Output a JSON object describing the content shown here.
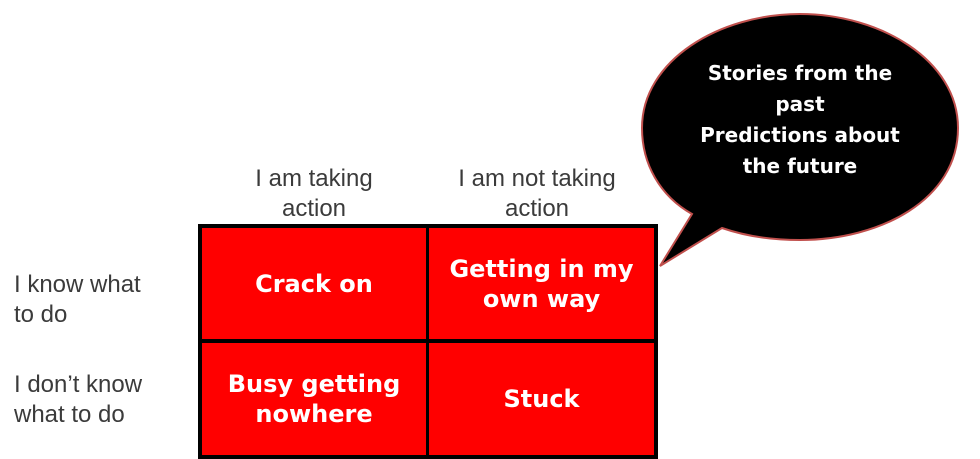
{
  "columns": [
    {
      "label": "I am taking\naction"
    },
    {
      "label": "I am not taking\naction"
    }
  ],
  "rows": [
    {
      "label": "I know what\nto do"
    },
    {
      "label": "I don’t know\nwhat to do"
    }
  ],
  "cells": {
    "know_taking": "Crack on",
    "know_not_taking": "Getting in my own way",
    "dontknow_taking": "Busy getting nowhere",
    "dontknow_not_taking": "Stuck"
  },
  "speech_bubble": {
    "lines": [
      "Stories from the",
      "past",
      "Predictions about",
      "the future"
    ]
  },
  "colors": {
    "cell_fill": "#ff0000",
    "cell_text": "#ffffff",
    "grid_border": "#000000",
    "bubble_fill": "#000000",
    "bubble_stroke": "#c0504d",
    "header_text": "#3b3b3b"
  }
}
